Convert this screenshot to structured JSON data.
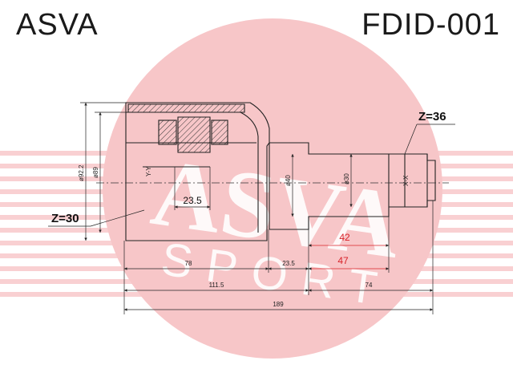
{
  "header": {
    "brand": "ASVA",
    "part_number": "FDID-001"
  },
  "watermark": {
    "logo_text": "ASVA",
    "sub_text": "SPORT",
    "circle_color": "#f7c6c8",
    "stripe_color": "#f4a9ad"
  },
  "diagram": {
    "outer_splines": "Z=30",
    "inner_splines": "Z=36",
    "dim_outer_diameter": "ø92.2",
    "dim_housing_diameter": "ø89",
    "dim_shaft_diameter_40": "ø40",
    "dim_shaft_diameter_30": "ø30",
    "dim_inner_width": "23.5",
    "dim_bottom_78": "78",
    "dim_bottom_23_5": "23.5",
    "dim_red_42": "42",
    "dim_red_47": "47",
    "dim_111_5": "111.5",
    "dim_74": "74",
    "dim_total": "189",
    "section_mark_y": "Y-Y",
    "section_mark_x": "X-X",
    "line_color": "#222222",
    "dim_red_color": "#d8232a"
  }
}
